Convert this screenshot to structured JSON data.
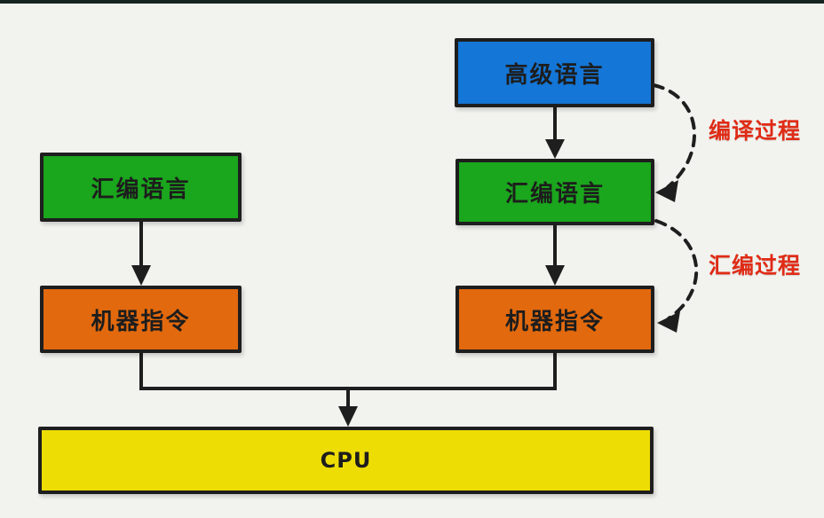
{
  "page": {
    "background_color": "#f2f3ef",
    "top_bar_color": "#152420",
    "line_color": "#1e1e1e"
  },
  "diagram": {
    "nodes": [
      {
        "id": "high-level-language",
        "label": "高级语言",
        "color": "#1476d6"
      },
      {
        "id": "assembly-language-left",
        "label": "汇编语言",
        "color": "#1aa61d"
      },
      {
        "id": "assembly-language-right",
        "label": "汇编语言",
        "color": "#1aa61d"
      },
      {
        "id": "machine-instructions-left",
        "label": "机器指令",
        "color": "#e2690e"
      },
      {
        "id": "machine-instructions-right",
        "label": "机器指令",
        "color": "#e2690e"
      },
      {
        "id": "cpu",
        "label": "CPU",
        "color": "#eedd05"
      }
    ],
    "process_labels": [
      {
        "id": "compile-process",
        "label": "编译过程",
        "color": "#e02b16"
      },
      {
        "id": "assemble-process",
        "label": "汇编过程",
        "color": "#e02b16"
      }
    ]
  }
}
